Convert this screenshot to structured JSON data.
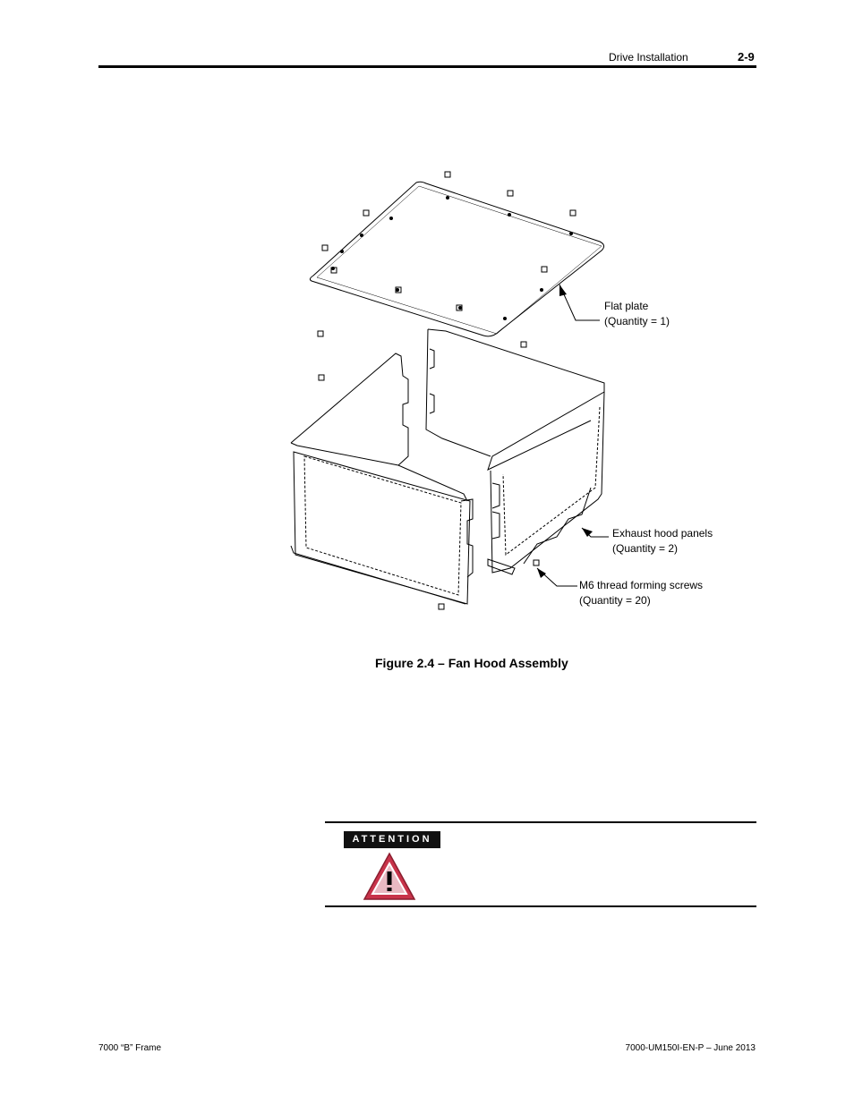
{
  "header": {
    "section": "Drive Installation",
    "page": "2-9"
  },
  "figure": {
    "callouts": {
      "flat_plate": "Flat plate",
      "flat_plate_qty": "(Quantity = 1)",
      "panels": "Exhaust hood panels",
      "panels_qty": "(Quantity = 2)",
      "screws": "M6 thread forming screws",
      "screws_qty": "(Quantity = 20)"
    },
    "caption": "Figure 2.4 – Fan Hood Assembly"
  },
  "attention": {
    "label": "ATTENTION",
    "icon": "warning-icon",
    "icon_color": "#c8334a"
  },
  "footer": {
    "left": "7000 “B” Frame",
    "right": "7000-UM150I-EN-P – June 2013"
  }
}
